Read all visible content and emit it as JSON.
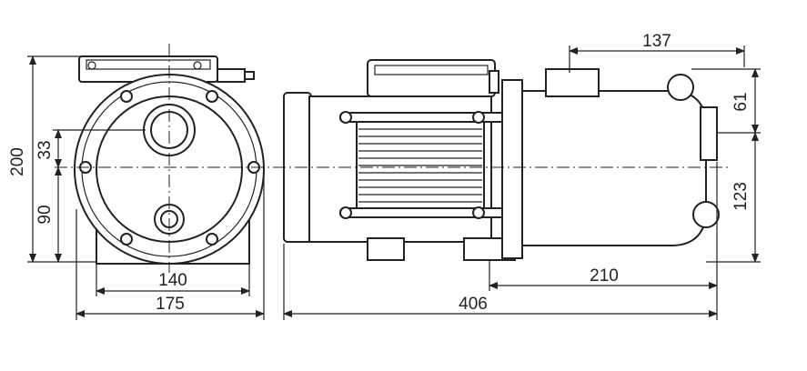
{
  "dimensions": {
    "front_width_inner": "140",
    "front_width_outer": "175",
    "total_height": "200",
    "upper_port_offset": "33",
    "lower_port_height": "90",
    "top_offset": "137",
    "outlet_height": "61",
    "inlet_height": "123",
    "pump_length": "210",
    "total_length": "406"
  }
}
